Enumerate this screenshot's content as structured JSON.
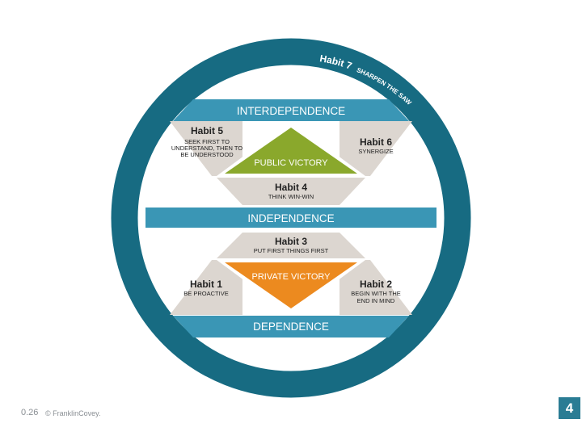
{
  "ring": {
    "habit7_title": "Habit 7",
    "habit7_desc": "SHARPEN THE SAW"
  },
  "bands": {
    "interdependence": "INTERDEPENDENCE",
    "independence": "INDEPENDENCE",
    "dependence": "DEPENDENCE"
  },
  "victories": {
    "public": "PUBLIC VICTORY",
    "private": "PRIVATE VICTORY"
  },
  "habits": {
    "h1": {
      "title": "Habit 1",
      "desc": [
        "BE PROACTIVE"
      ]
    },
    "h2": {
      "title": "Habit 2",
      "desc": [
        "BEGIN WITH THE",
        "END IN MIND"
      ]
    },
    "h3": {
      "title": "Habit 3",
      "desc": [
        "PUT FIRST THINGS FIRST"
      ]
    },
    "h4": {
      "title": "Habit 4",
      "desc": [
        "THINK WIN-WIN"
      ]
    },
    "h5": {
      "title": "Habit 5",
      "desc": [
        "SEEK FIRST TO",
        "UNDERSTAND, THEN TO",
        "BE UNDERSTOOD"
      ]
    },
    "h6": {
      "title": "Habit 6",
      "desc": [
        "SYNERGIZE"
      ]
    }
  },
  "colors": {
    "ring": "#176b82",
    "band": "#3a96b5",
    "shape": "#dcd6d0",
    "public": "#8aa82c",
    "private": "#ec8a1f"
  },
  "footer": {
    "code": "0.26",
    "copyright": "© FranklinCovey.",
    "page": "4"
  }
}
